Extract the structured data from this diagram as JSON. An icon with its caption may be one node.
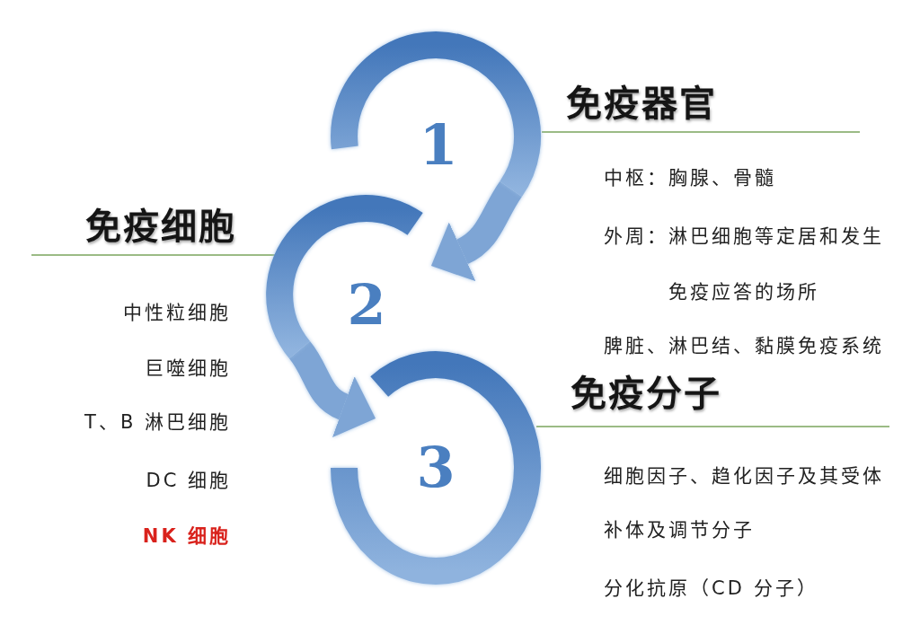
{
  "diagram": {
    "nodes": [
      {
        "text": [
          "1"
        ],
        "beside": [
          "免疫器官"
        ]
      },
      {
        "text": [
          "2"
        ],
        "beside": [
          "免疫细胞"
        ]
      },
      {
        "text": [
          "3"
        ],
        "beside": [
          "免疫分子"
        ]
      }
    ],
    "edges": [
      {
        "from": 0,
        "to": 1,
        "arrow": "to"
      },
      {
        "from": 1,
        "to": 2,
        "arrow": "to"
      }
    ],
    "labels": [
      "中枢：胸腺、骨髓",
      "外周：淋巴细胞等定居和发生免疫应答的场所",
      "脾脏、淋巴结、黏膜免疫系统",
      "中性粒细胞",
      "巨噬细胞",
      "T、B 淋巴细胞",
      "DC 细胞",
      "NK 细胞",
      "细胞因子、趋化因子及其受体",
      "补体及调节分子",
      "分化抗原（CD 分子）"
    ]
  }
}
